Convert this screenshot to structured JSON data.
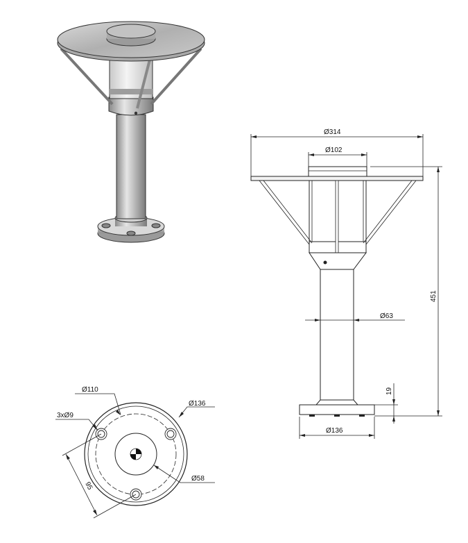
{
  "dimensions": {
    "diameter_canopy": "Ø314",
    "diameter_top": "Ø102",
    "diameter_pole": "Ø63",
    "height_total": "451",
    "height_base": "19",
    "diameter_base": "Ø136",
    "plan_bolt_circle": "Ø110",
    "plan_base": "Ø136",
    "plan_holes": "3xØ9",
    "plan_center_hole": "Ø58",
    "plan_hole_spacing": "95"
  }
}
